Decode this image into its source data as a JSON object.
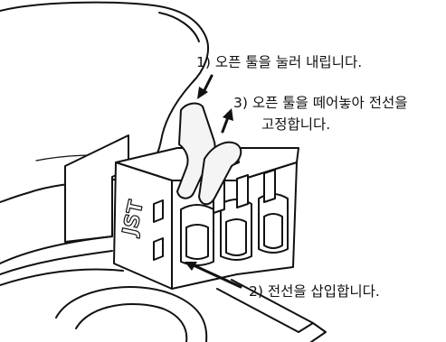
{
  "annotations": {
    "step1": "1) 오픈 툴을 눌러 내립니다.",
    "step3_line1": "3) 오픈 툴을 떼어놓아 전선을",
    "step3_line2": "고정합니다.",
    "step2": "2) 전선을 삽입합니다."
  },
  "connector": {
    "brand_mark": "JST"
  },
  "colors": {
    "line": "#111111",
    "background": "#ffffff",
    "tool_fill": "#f4f4f4"
  }
}
